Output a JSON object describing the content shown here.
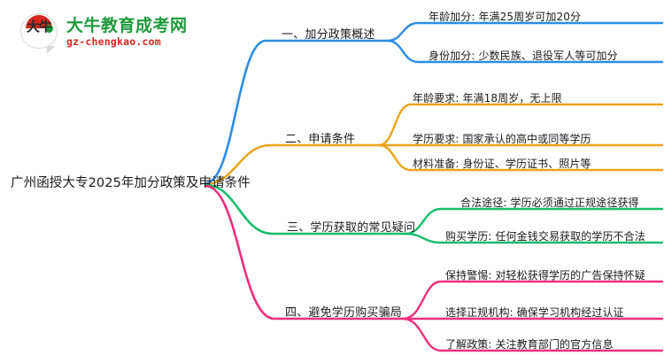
{
  "logo": {
    "mark_text": "大牛",
    "title": "大牛教育成考网",
    "url": "gz-chengkao.com"
  },
  "mindmap": {
    "root": {
      "label": "广州函授大专2025年加分政策及申请条件"
    },
    "branches": [
      {
        "label": "一、加分政策概述",
        "color": "#2b8ce6",
        "children": [
          {
            "label": "年龄加分: 年满25周岁可加20分"
          },
          {
            "label": "身份加分: 少数民族、退役军人等可加分"
          }
        ]
      },
      {
        "label": "二、申请条件",
        "color": "#eda31a",
        "children": [
          {
            "label": "年龄要求: 年满18周岁，无上限"
          },
          {
            "label": "学历要求: 国家承认的高中或同等学历"
          },
          {
            "label": "材料准备: 身份证、学历证书、照片等"
          }
        ]
      },
      {
        "label": "三、学历获取的常见疑问",
        "color": "#17bd6e",
        "children": [
          {
            "label": "合法途径: 学历必须通过正规途径获得"
          },
          {
            "label": "购买学历: 任何金钱交易获取的学历不合法"
          }
        ]
      },
      {
        "label": "四、避免学历购买骗局",
        "color": "#ef2f7e",
        "children": [
          {
            "label": "保持警惕: 对轻松获得学历的广告保持怀疑"
          },
          {
            "label": "选择正规机构: 确保学习机构经过认证"
          },
          {
            "label": "了解政策: 关注教育部门的官方信息"
          }
        ]
      }
    ]
  }
}
